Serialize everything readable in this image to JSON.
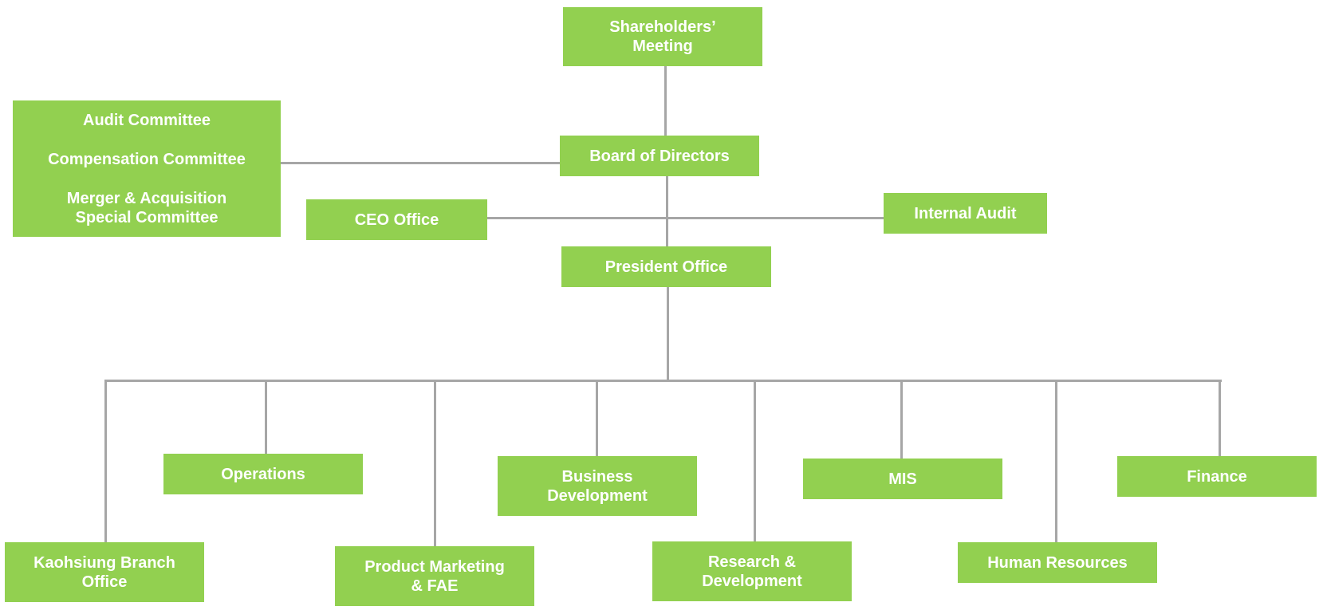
{
  "chart_data": {
    "type": "org-chart",
    "nodes": [
      {
        "id": "shareholders",
        "lines": [
          "Shareholders’",
          "Meeting"
        ],
        "parent": null
      },
      {
        "id": "board",
        "lines": [
          "Board of Directors"
        ],
        "parent": "shareholders"
      },
      {
        "id": "committees",
        "lines": [
          "Audit Committee",
          "Compensation Committee",
          "Merger & Acquisition",
          "Special Committee"
        ],
        "parent": "board",
        "relation": "side"
      },
      {
        "id": "ceo_office",
        "lines": [
          "CEO Office"
        ],
        "parent": "board",
        "relation": "side"
      },
      {
        "id": "internal_audit",
        "lines": [
          "Internal Audit"
        ],
        "parent": "board",
        "relation": "side"
      },
      {
        "id": "president",
        "lines": [
          "President Office"
        ],
        "parent": "board"
      },
      {
        "id": "kaohsiung",
        "lines": [
          "Kaohsiung Branch",
          "Office"
        ],
        "parent": "president"
      },
      {
        "id": "operations",
        "lines": [
          "Operations"
        ],
        "parent": "president"
      },
      {
        "id": "product_marketing",
        "lines": [
          "Product Marketing",
          "& FAE"
        ],
        "parent": "president"
      },
      {
        "id": "business_dev",
        "lines": [
          "Business",
          "Development"
        ],
        "parent": "president"
      },
      {
        "id": "rnd",
        "lines": [
          "Research &",
          "Development"
        ],
        "parent": "president"
      },
      {
        "id": "mis",
        "lines": [
          "MIS"
        ],
        "parent": "president"
      },
      {
        "id": "hr",
        "lines": [
          "Human Resources"
        ],
        "parent": "president"
      },
      {
        "id": "finance",
        "lines": [
          "Finance"
        ],
        "parent": "president"
      }
    ]
  },
  "colors": {
    "box_fill": "#92d050",
    "box_text": "#ffffff",
    "connector": "#a6a6a6"
  },
  "nodes": {
    "shareholders": {
      "l1": "Shareholders’",
      "l2": "Meeting"
    },
    "board": {
      "l1": "Board of Directors"
    },
    "committees": {
      "audit": "Audit Committee",
      "compensation": "Compensation Committee",
      "ma1": "Merger & Acquisition",
      "ma2": "Special Committee"
    },
    "ceo_office": {
      "l1": "CEO Office"
    },
    "internal_audit": {
      "l1": "Internal Audit"
    },
    "president": {
      "l1": "President Office"
    },
    "kaohsiung": {
      "l1": "Kaohsiung Branch",
      "l2": "Office"
    },
    "operations": {
      "l1": "Operations"
    },
    "product_marketing": {
      "l1": "Product Marketing",
      "l2": "& FAE"
    },
    "business_dev": {
      "l1": "Business",
      "l2": "Development"
    },
    "rnd": {
      "l1": "Research &",
      "l2": "Development"
    },
    "mis": {
      "l1": "MIS"
    },
    "hr": {
      "l1": "Human Resources"
    },
    "finance": {
      "l1": "Finance"
    }
  }
}
